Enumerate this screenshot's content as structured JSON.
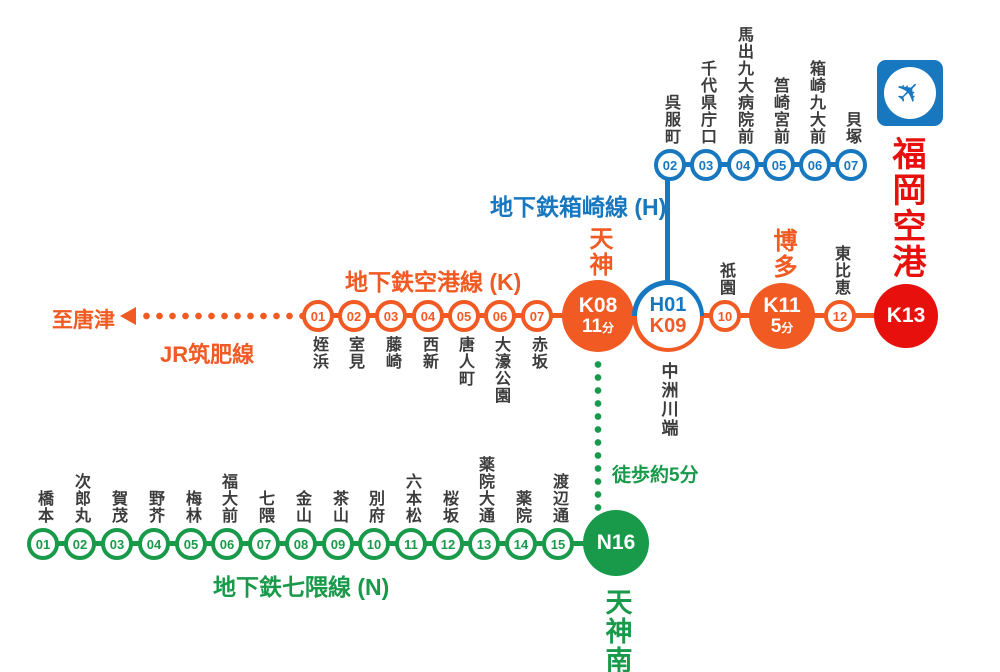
{
  "colors": {
    "airport_line_orange": "#f15a22",
    "hakozaki_line_blue": "#1778c0",
    "nanakuma_line_green": "#189a4a",
    "airport_red": "#e8100c",
    "station_text": "#3c3c3c"
  },
  "lines": {
    "airport_line": {
      "label": "地下鉄空港線 (K)"
    },
    "hakozaki_line": {
      "label": "地下鉄箱崎線 (H)"
    },
    "nanakuma_line": {
      "label": "地下鉄七隈線 (N)"
    },
    "jr_chikuhi_line": {
      "label": "JR筑肥線",
      "direction_label": "至唐津"
    }
  },
  "walk_link": {
    "label": "徒歩約5分"
  },
  "stations": {
    "hakozaki": [
      {
        "num": "02",
        "name": "呉服町"
      },
      {
        "num": "03",
        "name": "千代県庁口"
      },
      {
        "num": "04",
        "name": "馬出九大病院前"
      },
      {
        "num": "05",
        "name": "筥崎宮前"
      },
      {
        "num": "06",
        "name": "箱崎九大前"
      },
      {
        "num": "07",
        "name": "貝塚"
      }
    ],
    "airport_west": [
      {
        "num": "01",
        "name": "姪浜"
      },
      {
        "num": "02",
        "name": "室見"
      },
      {
        "num": "03",
        "name": "藤崎"
      },
      {
        "num": "04",
        "name": "西新"
      },
      {
        "num": "05",
        "name": "唐人町"
      },
      {
        "num": "06",
        "name": "大濠公園"
      },
      {
        "num": "07",
        "name": "赤坂"
      }
    ],
    "airport_east": [
      {
        "num": "10",
        "name": "祇園"
      },
      {
        "num": "12",
        "name": "東比恵"
      }
    ],
    "nanakuma": [
      {
        "num": "01",
        "name": "橋本"
      },
      {
        "num": "02",
        "name": "次郎丸"
      },
      {
        "num": "03",
        "name": "賀茂"
      },
      {
        "num": "04",
        "name": "野芥"
      },
      {
        "num": "05",
        "name": "梅林"
      },
      {
        "num": "06",
        "name": "福大前"
      },
      {
        "num": "07",
        "name": "七隈"
      },
      {
        "num": "08",
        "name": "金山"
      },
      {
        "num": "09",
        "name": "茶山"
      },
      {
        "num": "10",
        "name": "別府"
      },
      {
        "num": "11",
        "name": "六本松"
      },
      {
        "num": "12",
        "name": "桜坂"
      },
      {
        "num": "13",
        "name": "薬院大通"
      },
      {
        "num": "14",
        "name": "薬院"
      },
      {
        "num": "15",
        "name": "渡辺通"
      }
    ]
  },
  "major_stations": {
    "tenjin": {
      "code": "K08",
      "time": "11",
      "unit": "分",
      "name": "天神"
    },
    "nakasukawabata": {
      "code_top": "H01",
      "code_bottom": "K09",
      "name": "中洲川端"
    },
    "hakata": {
      "code": "K11",
      "time": "5",
      "unit": "分",
      "name": "博多"
    },
    "fukuoka_airport": {
      "code": "K13",
      "name": "福岡空港"
    },
    "tenjin_minami": {
      "code": "N16",
      "name": "天神南"
    }
  },
  "airport_icon": {
    "glyph": "✈"
  }
}
